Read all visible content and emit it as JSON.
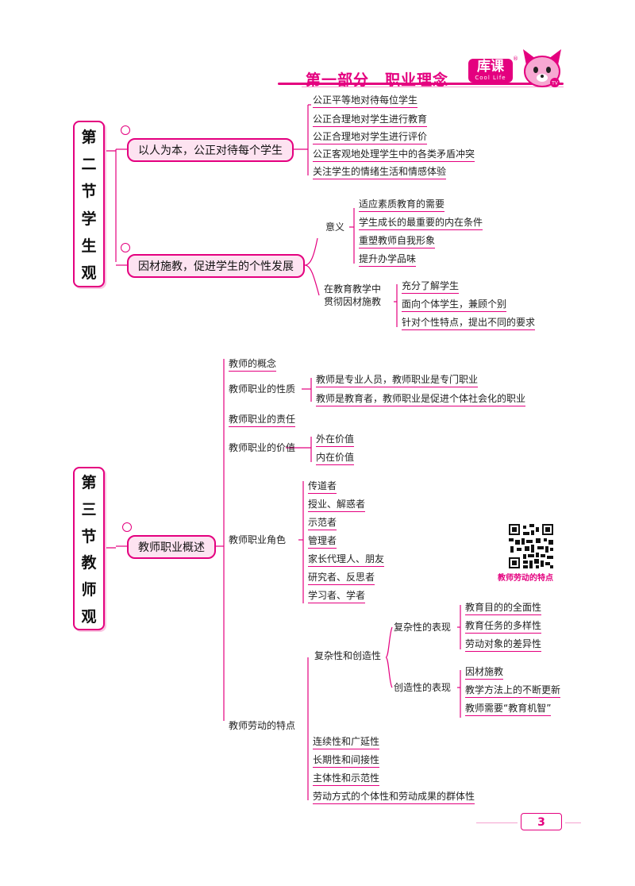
{
  "header": {
    "title": "第一部分　职业理念",
    "brand_main": "库课",
    "brand_sub": "Cool Life",
    "registered_mark": "®",
    "mascot_badge": "TV"
  },
  "section2": {
    "box_chars": [
      "第",
      "二",
      "节",
      "学",
      "生",
      "观"
    ],
    "branch1": {
      "label": "以人为本，公正对待每个学生",
      "items": [
        "公正平等地对待每位学生",
        "公正合理地对学生进行教育",
        "公正合理地对学生进行评价",
        "公正客观地处理学生中的各类矛盾冲突",
        "关注学生的情绪生活和情感体验"
      ]
    },
    "branch2": {
      "label": "因材施教，促进学生的个性发展",
      "meaning_label": "意义",
      "meaning_items": [
        "适应素质教育的需要",
        "学生成长的最重要的内在条件",
        "重塑教师自我形象",
        "提升办学品味"
      ],
      "practice_label_line1": "在教育教学中",
      "practice_label_line2": "贯彻因材施教",
      "practice_items": [
        "充分了解学生",
        "面向个体学生，兼顾个别",
        "针对个性特点，提出不同的要求"
      ]
    }
  },
  "section3": {
    "box_chars": [
      "第",
      "三",
      "节",
      "教",
      "师",
      "观"
    ],
    "main_label": "教师职业概述",
    "concept": "教师的概念",
    "nature_label": "教师职业的性质",
    "nature_items": [
      "教师是专业人员，教师职业是专门职业",
      "教师是教育者，教师职业是促进个体社会化的职业"
    ],
    "duty": "教师职业的责任",
    "value_label": "教师职业的价值",
    "value_items": [
      "外在价值",
      "内在价值"
    ],
    "role_label": "教师职业角色",
    "role_items": [
      "传道者",
      "授业、解惑者",
      "示范者",
      "管理者",
      "家长代理人、朋友",
      "研究者、反思者",
      "学习者、学者"
    ],
    "labor_label": "教师劳动的特点",
    "complex_creative": "复杂性和创造性",
    "complex_label": "复杂性的表现",
    "complex_items": [
      "教育目的的全面性",
      "教育任务的多样性",
      "劳动对象的差异性"
    ],
    "creative_label": "创造性的表现",
    "creative_items": [
      "因材施教",
      "教学方法上的不断更新",
      "教师需要“教育机智”"
    ],
    "labor_items": [
      "连续性和广延性",
      "长期性和间接性",
      "主体性和示范性",
      "劳动方式的个体性和劳动成果的群体性"
    ]
  },
  "qr_caption": "教师劳动的特点",
  "page_number": "3",
  "colors": {
    "accent": "#e4007f",
    "pill_fill": "#fde3f1",
    "shadow": "#f9c6e2"
  }
}
